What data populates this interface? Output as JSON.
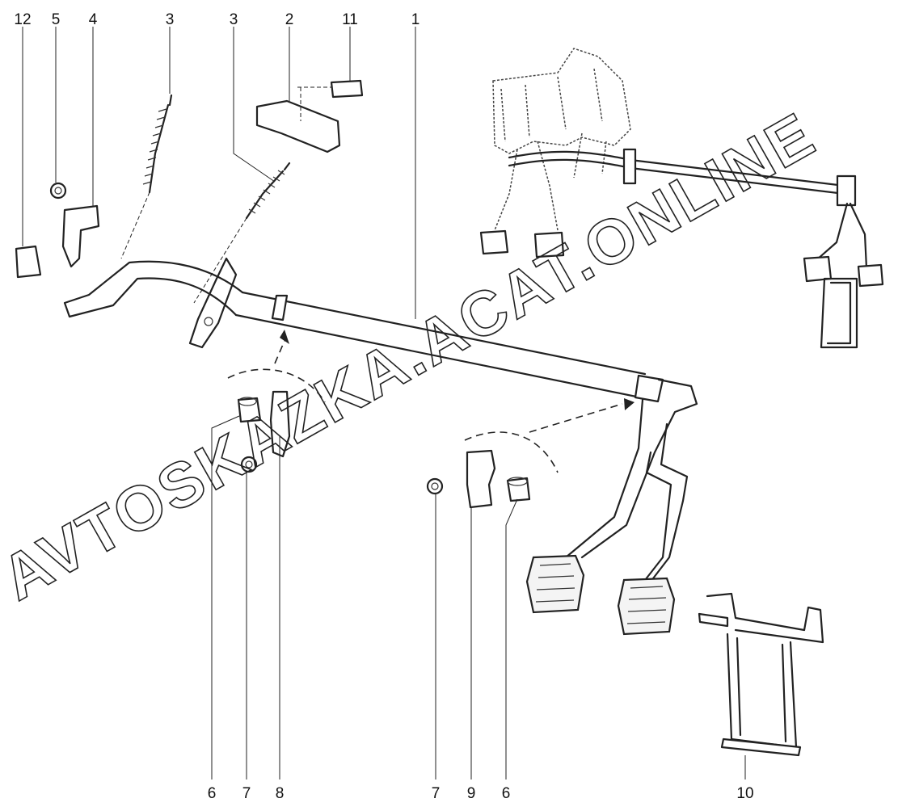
{
  "diagram": {
    "callouts": {
      "c12": "12",
      "c5": "5",
      "c4": "4",
      "c3a": "3",
      "c3b": "3",
      "c2": "2",
      "c11": "11",
      "c1": "1",
      "b6a": "6",
      "b7a": "7",
      "b8": "8",
      "b7b": "7",
      "b9": "9",
      "b6b": "6",
      "b10": "10"
    },
    "watermark": "AVTOSKAZKA.ACAT.ONLINE"
  }
}
